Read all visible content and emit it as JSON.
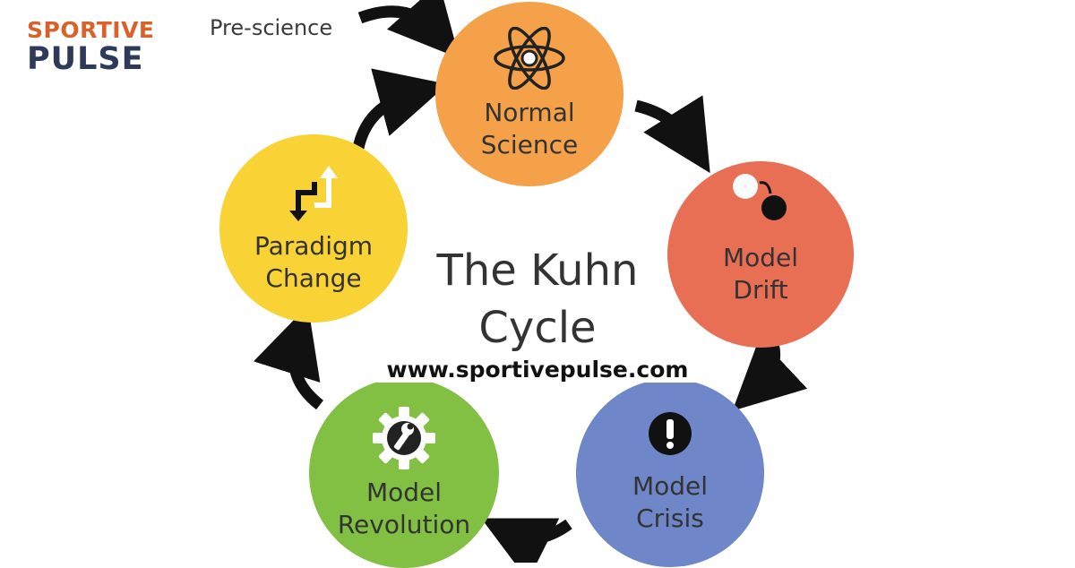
{
  "logo": {
    "line1": "SPORTIVE",
    "line2": "PULSE"
  },
  "start_label": "Pre-science",
  "title": {
    "line1": "The Kuhn",
    "line2": "Cycle"
  },
  "website": "www.sportivepulse.com",
  "stages": {
    "normal_science": {
      "line1": "Normal",
      "line2": "Science",
      "color": "#f4a14a",
      "icon": "atom-icon"
    },
    "model_drift": {
      "line1": "Model",
      "line2": "Drift",
      "color": "#e86f54",
      "icon": "drifting-circles-icon"
    },
    "model_crisis": {
      "line1": "Model",
      "line2": "Crisis",
      "color": "#6f86c9",
      "icon": "exclamation-icon"
    },
    "model_revolution": {
      "line1": "Model",
      "line2": "Revolution",
      "color": "#82c044",
      "icon": "gear-wrench-icon"
    },
    "paradigm_change": {
      "line1": "Paradigm",
      "line2": "Change",
      "color": "#f9d235",
      "icon": "zigzag-arrows-icon"
    }
  },
  "colors": {
    "logo_orange": "#d9622b",
    "logo_navy": "#2e3a59",
    "arrow": "#111111"
  }
}
